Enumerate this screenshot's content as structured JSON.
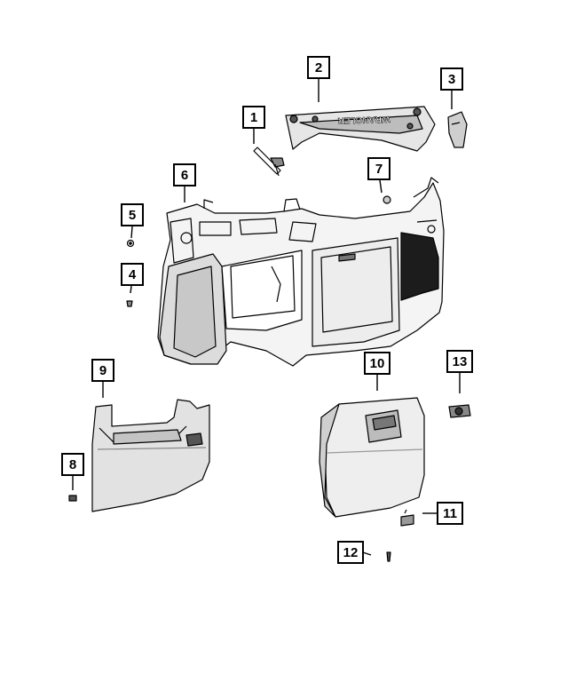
{
  "callouts": [
    {
      "id": "1",
      "label": "1"
    },
    {
      "id": "2",
      "label": "2"
    },
    {
      "id": "3",
      "label": "3"
    },
    {
      "id": "4",
      "label": "4"
    },
    {
      "id": "5",
      "label": "5"
    },
    {
      "id": "6",
      "label": "6"
    },
    {
      "id": "7",
      "label": "7"
    },
    {
      "id": "8",
      "label": "8"
    },
    {
      "id": "9",
      "label": "9"
    },
    {
      "id": "10",
      "label": "10"
    },
    {
      "id": "11",
      "label": "11"
    },
    {
      "id": "12",
      "label": "12"
    },
    {
      "id": "13",
      "label": "13"
    }
  ],
  "parts": {
    "bezel_lettering": "WRANGLER"
  }
}
